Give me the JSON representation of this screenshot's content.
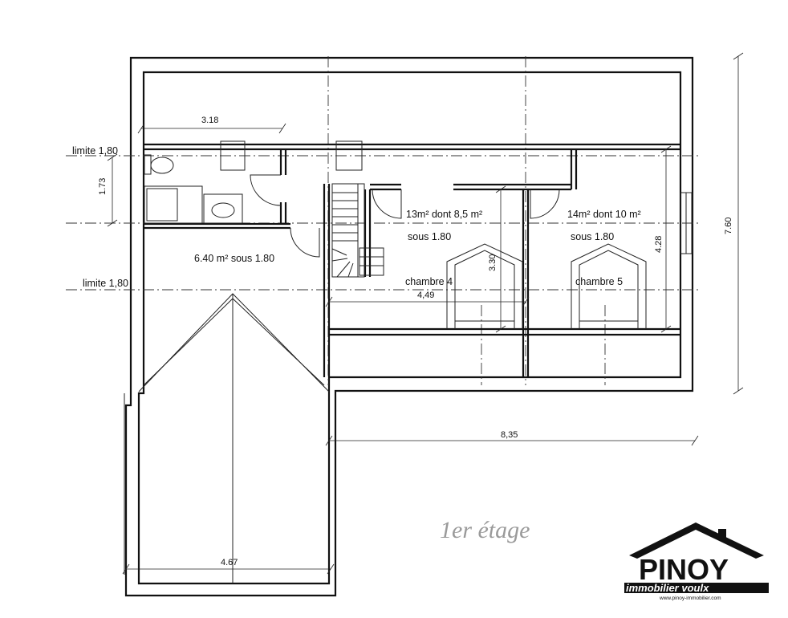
{
  "plan": {
    "title": "1er étage",
    "rooms": {
      "bath_area": "6.40 m² sous 1.80",
      "room4_area": "13m² dont 8,5 m²",
      "room4_height": "sous 1.80",
      "room4_name": "chambre 4",
      "room5_area": "14m² dont 10 m²",
      "room5_height": "sous 1.80",
      "room5_name": "chambre 5"
    },
    "limits": {
      "top": "limite 1,80",
      "middle": "limite 1,80"
    },
    "dimensions": {
      "d318": "3.18",
      "d173": "1.73",
      "d449": "4,49",
      "d330": "3.30",
      "d428": "4.28",
      "d760": "7.60",
      "d835": "8,35",
      "d467": "4.67"
    }
  },
  "logo": {
    "name": "PINOY",
    "tagline": "immobilier voulx",
    "website": "www.pinoy-immobilier.com"
  }
}
